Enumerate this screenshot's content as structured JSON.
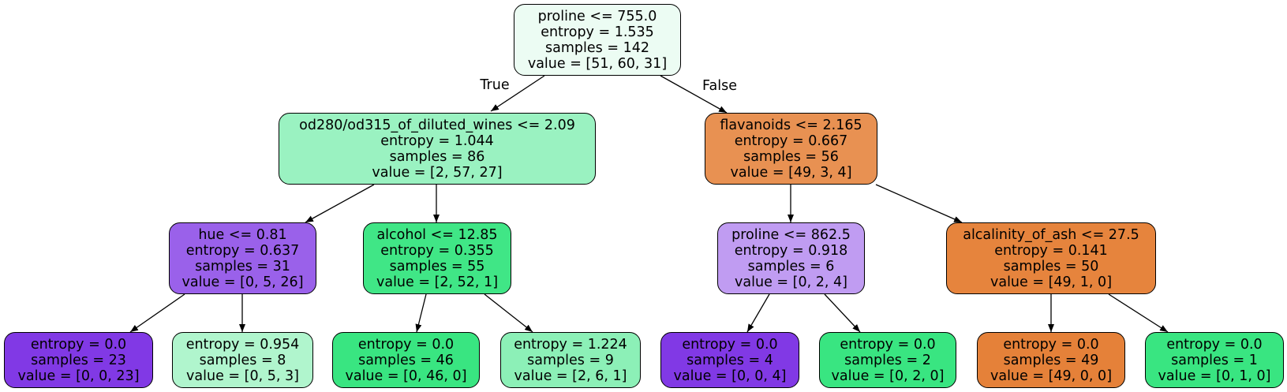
{
  "edge_labels": {
    "true": "True",
    "false": "False"
  },
  "nodes": {
    "n0": {
      "split": "proline <= 755.0",
      "entropy": "entropy = 1.535",
      "samples": "samples = 142",
      "value": "value = [51, 60, 31]",
      "fill": "#ecfcf3"
    },
    "n1": {
      "split": "od280/od315_of_diluted_wines <= 2.09",
      "entropy": "entropy = 1.044",
      "samples": "samples = 86",
      "value": "value = [2, 57, 27]",
      "fill": "#9af2c1"
    },
    "n2": {
      "split": "hue <= 0.81",
      "entropy": "entropy = 0.637",
      "samples": "samples = 31",
      "value": "value = [0, 5, 26]",
      "fill": "#9a61ea"
    },
    "n3": {
      "entropy": "entropy = 0.0",
      "samples": "samples = 23",
      "value": "value = [0, 0, 23]",
      "fill": "#8139e5"
    },
    "n4": {
      "entropy": "entropy = 0.954",
      "samples": "samples = 8",
      "value": "value = [0, 5, 3]",
      "fill": "#b0f5cd"
    },
    "n5": {
      "split": "alcohol <= 12.85",
      "entropy": "entropy = 0.355",
      "samples": "samples = 55",
      "value": "value = [2, 52, 1]",
      "fill": "#40e686"
    },
    "n6": {
      "entropy": "entropy = 0.0",
      "samples": "samples = 46",
      "value": "value = [0, 46, 0]",
      "fill": "#39e581"
    },
    "n7": {
      "entropy": "entropy = 1.224",
      "samples": "samples = 9",
      "value": "value = [2, 6, 1]",
      "fill": "#8cf0b7"
    },
    "n8": {
      "split": "flavanoids <= 2.165",
      "entropy": "entropy = 0.667",
      "samples": "samples = 56",
      "value": "value = [49, 3, 4]",
      "fill": "#e89152"
    },
    "n9": {
      "split": "proline <= 862.5",
      "entropy": "entropy = 0.918",
      "samples": "samples = 6",
      "value": "value = [0, 2, 4]",
      "fill": "#c09cf2"
    },
    "n10": {
      "entropy": "entropy = 0.0",
      "samples": "samples = 4",
      "value": "value = [0, 0, 4]",
      "fill": "#8139e5"
    },
    "n11": {
      "entropy": "entropy = 0.0",
      "samples": "samples = 2",
      "value": "value = [0, 2, 0]",
      "fill": "#39e581"
    },
    "n12": {
      "split": "alcalinity_of_ash <= 27.5",
      "entropy": "entropy = 0.141",
      "samples": "samples = 50",
      "value": "value = [49, 1, 0]",
      "fill": "#e6843d"
    },
    "n13": {
      "entropy": "entropy = 0.0",
      "samples": "samples = 49",
      "value": "value = [49, 0, 0]",
      "fill": "#e58139"
    },
    "n14": {
      "entropy": "entropy = 0.0",
      "samples": "samples = 1",
      "value": "value = [0, 1, 0]",
      "fill": "#39e581"
    }
  }
}
